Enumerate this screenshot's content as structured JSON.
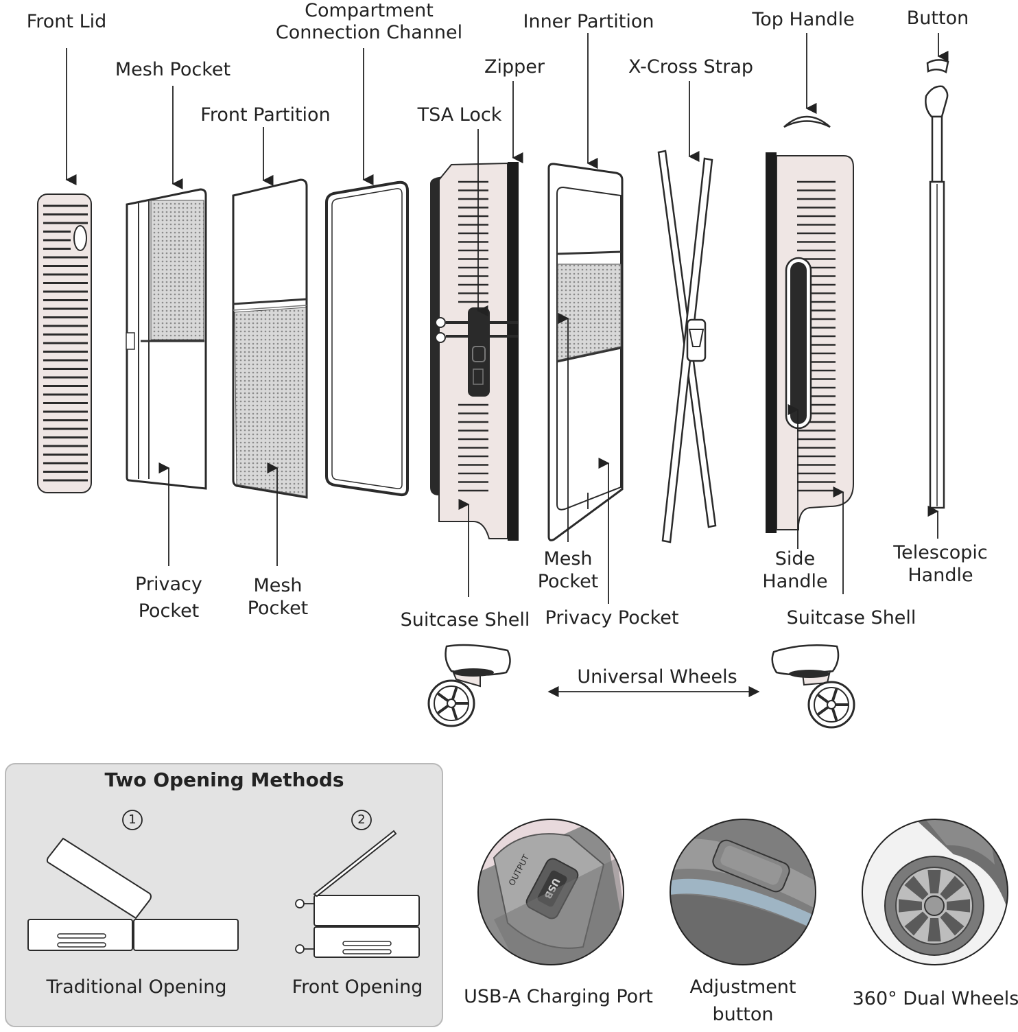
{
  "labels": {
    "front_lid": "Front Lid",
    "mesh_pocket_top": "Mesh Pocket",
    "front_partition": "Front Partition",
    "compartment_channel": "Compartment\nConnection Channel",
    "zipper": "Zipper",
    "tsa_lock": "TSA Lock",
    "inner_partition": "Inner Partition",
    "x_cross_strap": "X-Cross Strap",
    "top_handle": "Top Handle",
    "button": "Button",
    "privacy_pocket_left": "Privacy\nPocket",
    "mesh_pocket_left": "Mesh\nPocket",
    "suitcase_shell_left": "Suitcase Shell",
    "mesh_pocket_inner": "Mesh\nPocket",
    "privacy_pocket_inner": "Privacy Pocket",
    "side_handle": "Side\nHandle",
    "suitcase_shell_right": "Suitcase Shell",
    "telescopic_handle": "Telescopic\nHandle",
    "universal_wheels": "Universal Wheels"
  },
  "opening_panel": {
    "title": "Two Opening Methods",
    "method_1_number": "①",
    "method_2_number": "②",
    "method_1_label": "Traditional Opening",
    "method_2_label": "Front Opening"
  },
  "features": {
    "usb": "USB-A Charging Port",
    "usb_text": "USB",
    "output_text": "OUTPUT",
    "adjust": "Adjustment\nbutton",
    "wheels": "360° Dual Wheels"
  },
  "colors": {
    "shell": "#efe6e4",
    "outline": "#2a2a2a",
    "panel_bg": "#e3e3e3",
    "mesh": "#c9c9c9",
    "seal": "#1c1c1c"
  }
}
